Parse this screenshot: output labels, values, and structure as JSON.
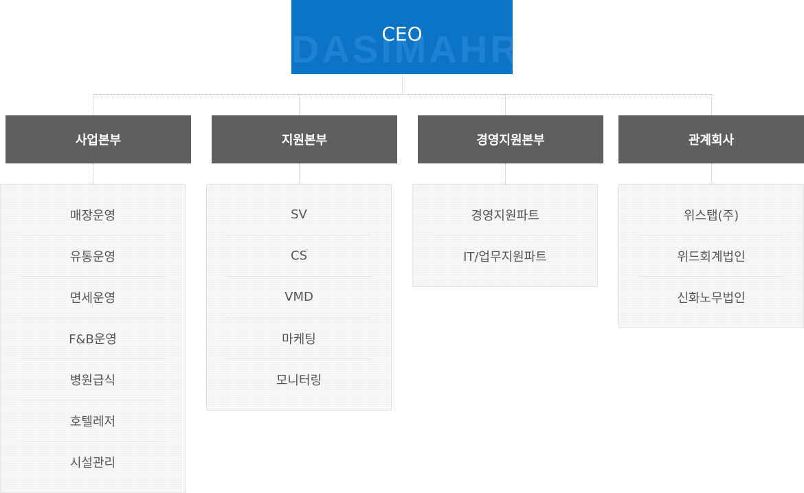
{
  "ceo": {
    "label": "CEO",
    "watermark": "DASIMAHR"
  },
  "departments": [
    {
      "name": "사업본부",
      "items": [
        "매장운영",
        "유통운영",
        "면세운영",
        "F&B운영",
        "병원급식",
        "호텔레저",
        "시설관리"
      ]
    },
    {
      "name": "지원본부",
      "items": [
        "SV",
        "CS",
        "VMD",
        "마케팅",
        "모니터링"
      ]
    },
    {
      "name": "경영지원본부",
      "items": [
        "경영지원파트",
        "IT/업무지원파트"
      ]
    },
    {
      "name": "관계회사",
      "items": [
        "위스탭(주)",
        "위드회계법인",
        "신화노무법인"
      ]
    }
  ],
  "colors": {
    "ceo_background": "#0c74c7",
    "department_header": "#5f5f5f",
    "sub_box_background": "#f8f8f8",
    "connector": "#bdbdbd"
  }
}
